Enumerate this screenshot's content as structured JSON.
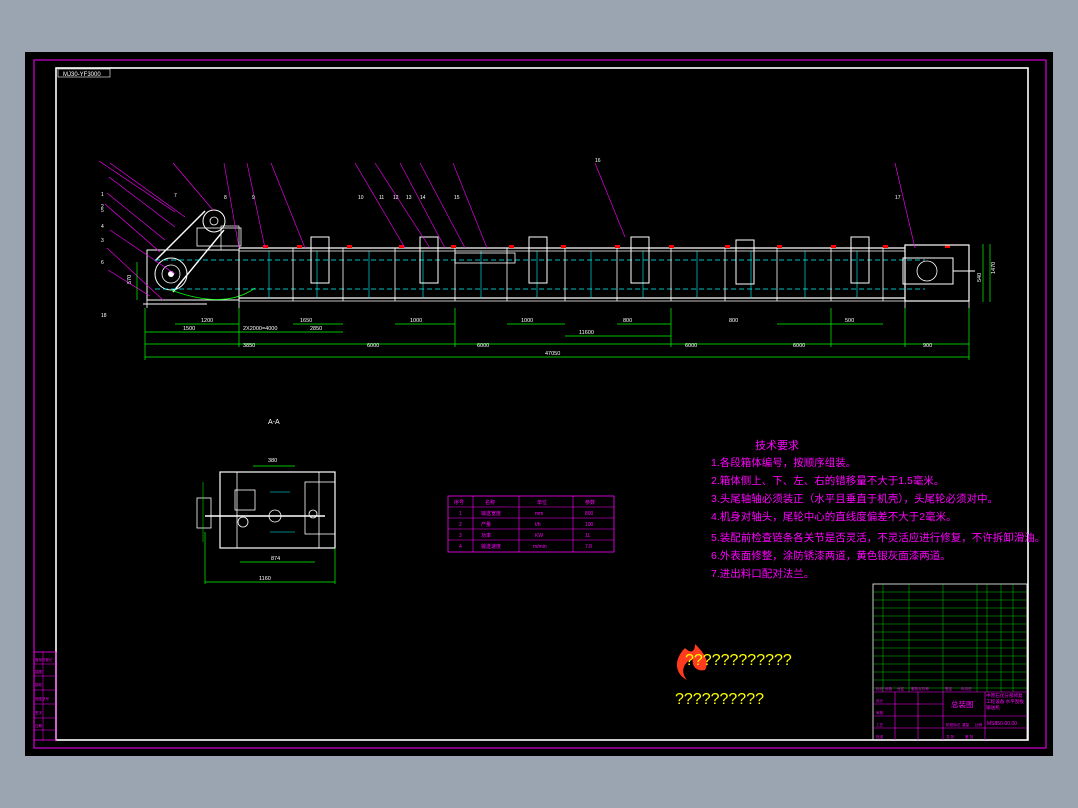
{
  "drawing": {
    "code_tag": "MJ30-YF3000",
    "section_label": "A-A",
    "main_dims": {
      "d_1200": "1200",
      "d_1500": "1500",
      "d_2x2000": "2X2000=4000",
      "d_2850": "2850",
      "d_1650": "1650",
      "d_1000a": "1000",
      "d_1000b": "1000",
      "d_11600": "11600",
      "d_800a": "800",
      "d_800b": "800",
      "d_500": "500",
      "d_3850": "3850",
      "d_6000a": "6000",
      "d_6000b": "6000",
      "d_6000c": "6000",
      "d_6000d": "6000",
      "d_900": "900",
      "d_47050": "47050",
      "d_570": "570",
      "d_540": "540",
      "d_1470": "1470"
    },
    "section_dims": {
      "top": "380",
      "bottom": "874",
      "overall": "1160"
    },
    "balloons": [
      "1",
      "2",
      "3",
      "4",
      "5",
      "6",
      "7",
      "8",
      "9",
      "10",
      "11",
      "12",
      "13",
      "14",
      "15",
      "16",
      "17",
      "18"
    ],
    "param_table": {
      "headers": [
        "序号",
        "名称",
        "单位",
        "参数"
      ],
      "rows": [
        [
          "1",
          "输送宽度",
          "mm",
          "800"
        ],
        [
          "2",
          "产量",
          "t/h",
          "100"
        ],
        [
          "3",
          "功率",
          "KW",
          "11"
        ],
        [
          "4",
          "输送速度",
          "m/min",
          "7.8"
        ]
      ]
    },
    "tech_requirements": {
      "title": "技术要求",
      "items": [
        "1.各段箱体编号，按顺序组装。",
        "2.箱体侧上、下、左、右的错移量不大于1.5毫米。",
        "3.头尾轴轴必须装正（水平且垂直于机壳），头尾轮必须对中。",
        "4.机身对轴头，尾轮中心的直线度偏差不大于2毫米。",
        "5.装配前检查链条各关节是否灵活，不灵活应进行修复，不许拆卸滑油。",
        "6.外表面修整，涂防锈漆两道，黄色银灰面漆两道。",
        "7.进出料口配对法兰。"
      ]
    },
    "watermark": {
      "line1": "????????????",
      "line2": "??????????"
    },
    "title_block": {
      "drawing_name": "总装图",
      "project": "中原石化分部修复工程设备 水平刮板输送机",
      "drawing_no": "MS850-00.00",
      "sub_labels": [
        "标记",
        "处数",
        "分区",
        "更改文件号",
        "签名",
        "年月日",
        "设计",
        "审核",
        "工艺",
        "批准",
        "阶段标记",
        "重量",
        "比例",
        "共 张",
        "第 张"
      ]
    },
    "side_list_rows": [
      "借用件登记",
      "描图",
      "描校",
      "底图总号",
      "签字",
      "日期"
    ],
    "colors": {
      "bg": "#000000",
      "frame": "#ff00ff",
      "line": "#ffffff",
      "dim": "#00ff00",
      "cyan": "#00ffff",
      "red": "#ff0000",
      "yellow": "#ffff00",
      "text": "#ff00ff"
    }
  }
}
